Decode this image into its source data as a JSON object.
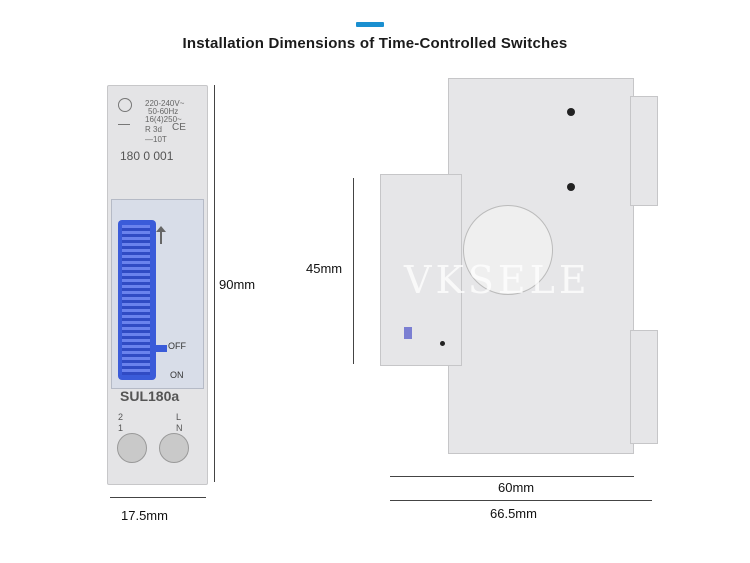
{
  "title": "Installation Dimensions of Time-Controlled Switches",
  "front_device": {
    "rating_lines": [
      "220-240V~",
      "50-60Hz",
      "16(4)250~",
      "R 3d",
      "—10T"
    ],
    "code": "180 0 001",
    "model": "SUL180a",
    "switch_off": "OFF",
    "switch_on": "ON",
    "terminal_labels_left": [
      "2",
      "1"
    ],
    "terminal_labels_right": [
      "L",
      "N"
    ]
  },
  "dimensions": {
    "height": "90mm",
    "width": "17.5mm",
    "side_height": "45mm",
    "side_inner": "60mm",
    "side_total": "66.5mm"
  },
  "watermark": "VKSELE",
  "colors": {
    "accent": "#1a8fd0",
    "dial_blue": "#3a5bd9",
    "body": "#e5e5e7"
  }
}
